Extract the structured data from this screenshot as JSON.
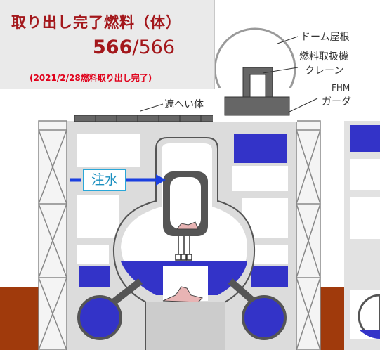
{
  "status": {
    "title": "取り出し完了燃料（体）",
    "count_done": "566",
    "count_separator": "/",
    "count_total": "566",
    "completion_note": "(2021/2/28燃料取り出し完了)",
    "fuel_removed_fraction": 1.0
  },
  "labels": {
    "dome_roof": "ドーム屋根",
    "fhm_crane_line1": "燃料取扱機",
    "fhm_crane_line2": "クレーン",
    "fhm_girder_line1": "FHM",
    "fhm_girder_line2": "ガーダ",
    "shield": "遮へい体",
    "water_injection": "注水"
  },
  "colors": {
    "title_red": "#a3171b",
    "note_red": "#e0001a",
    "water_blue": "#3333c8",
    "arrow_blue": "#1a3fe0",
    "ground_brown": "#a03a0c",
    "building_gray": "#dcdcdc",
    "girder_green": "#2fb86e",
    "debris_pink": "#e8b4b4",
    "label_cyan": "#2aa7d8"
  }
}
